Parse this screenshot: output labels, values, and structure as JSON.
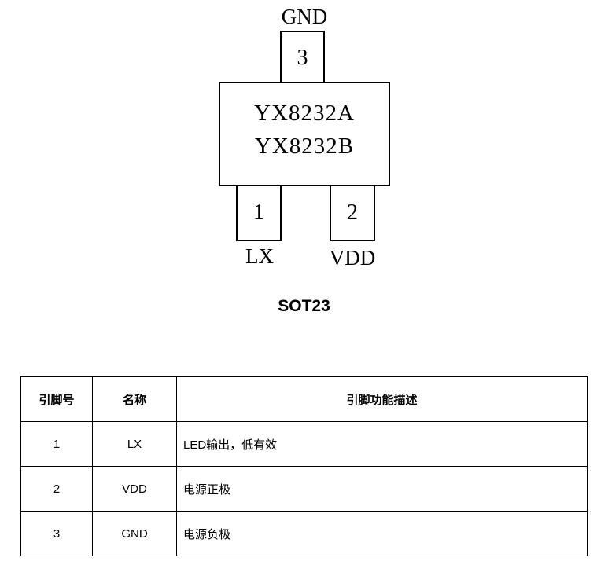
{
  "diagram": {
    "chip_lines": [
      "YX8232A",
      "YX8232B"
    ],
    "pins": [
      {
        "number": "3",
        "name": "GND"
      },
      {
        "number": "1",
        "name": "LX"
      },
      {
        "number": "2",
        "name": "VDD"
      }
    ],
    "package": "SOT23"
  },
  "table": {
    "headers": [
      "引脚号",
      "名称",
      "引脚功能描述"
    ],
    "rows": [
      {
        "num": "1",
        "name": "LX",
        "desc": "LED输出，低有效"
      },
      {
        "num": "2",
        "name": "VDD",
        "desc": "电源正极"
      },
      {
        "num": "3",
        "name": "GND",
        "desc": "电源负极"
      }
    ]
  }
}
